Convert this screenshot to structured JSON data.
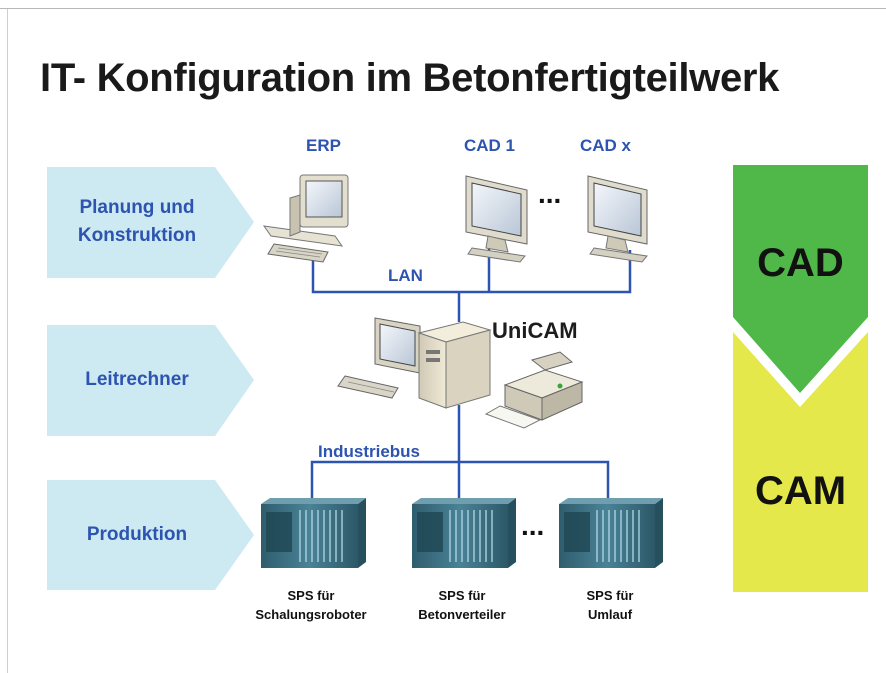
{
  "title": "IT- Konfiguration im Betonfertigteilwerk",
  "stages": [
    {
      "label": "Planung und Konstruktion",
      "line1": "Planung und",
      "line2": "Konstruktion"
    },
    {
      "label": "Leitrechner"
    },
    {
      "label": "Produktion"
    }
  ],
  "devices": {
    "erp": "ERP",
    "cad1": "CAD 1",
    "cadx": "CAD x",
    "ellipsis": "..."
  },
  "network": {
    "lan": "LAN",
    "server": "UniCAM",
    "bus": "Industriebus"
  },
  "plcs": [
    {
      "line1": "SPS für",
      "line2": "Schalungsroboter"
    },
    {
      "line1": "SPS für",
      "line2": "Betonverteiler"
    },
    {
      "line1": "SPS für",
      "line2": "Umlauf"
    }
  ],
  "phases": {
    "cad": "CAD",
    "cam": "CAM"
  },
  "colors": {
    "stage_fill": "#cde9f2",
    "link_blue": "#2d54b0",
    "cad_green": "#4fb848",
    "cam_yellow": "#e5e84a",
    "plc_teal": "#3c6e80"
  },
  "icons": [
    "desktop-pc-icon",
    "monitor-icon",
    "server-tower-icon",
    "printer-icon",
    "keyboard-icon",
    "plc-rack-icon"
  ]
}
